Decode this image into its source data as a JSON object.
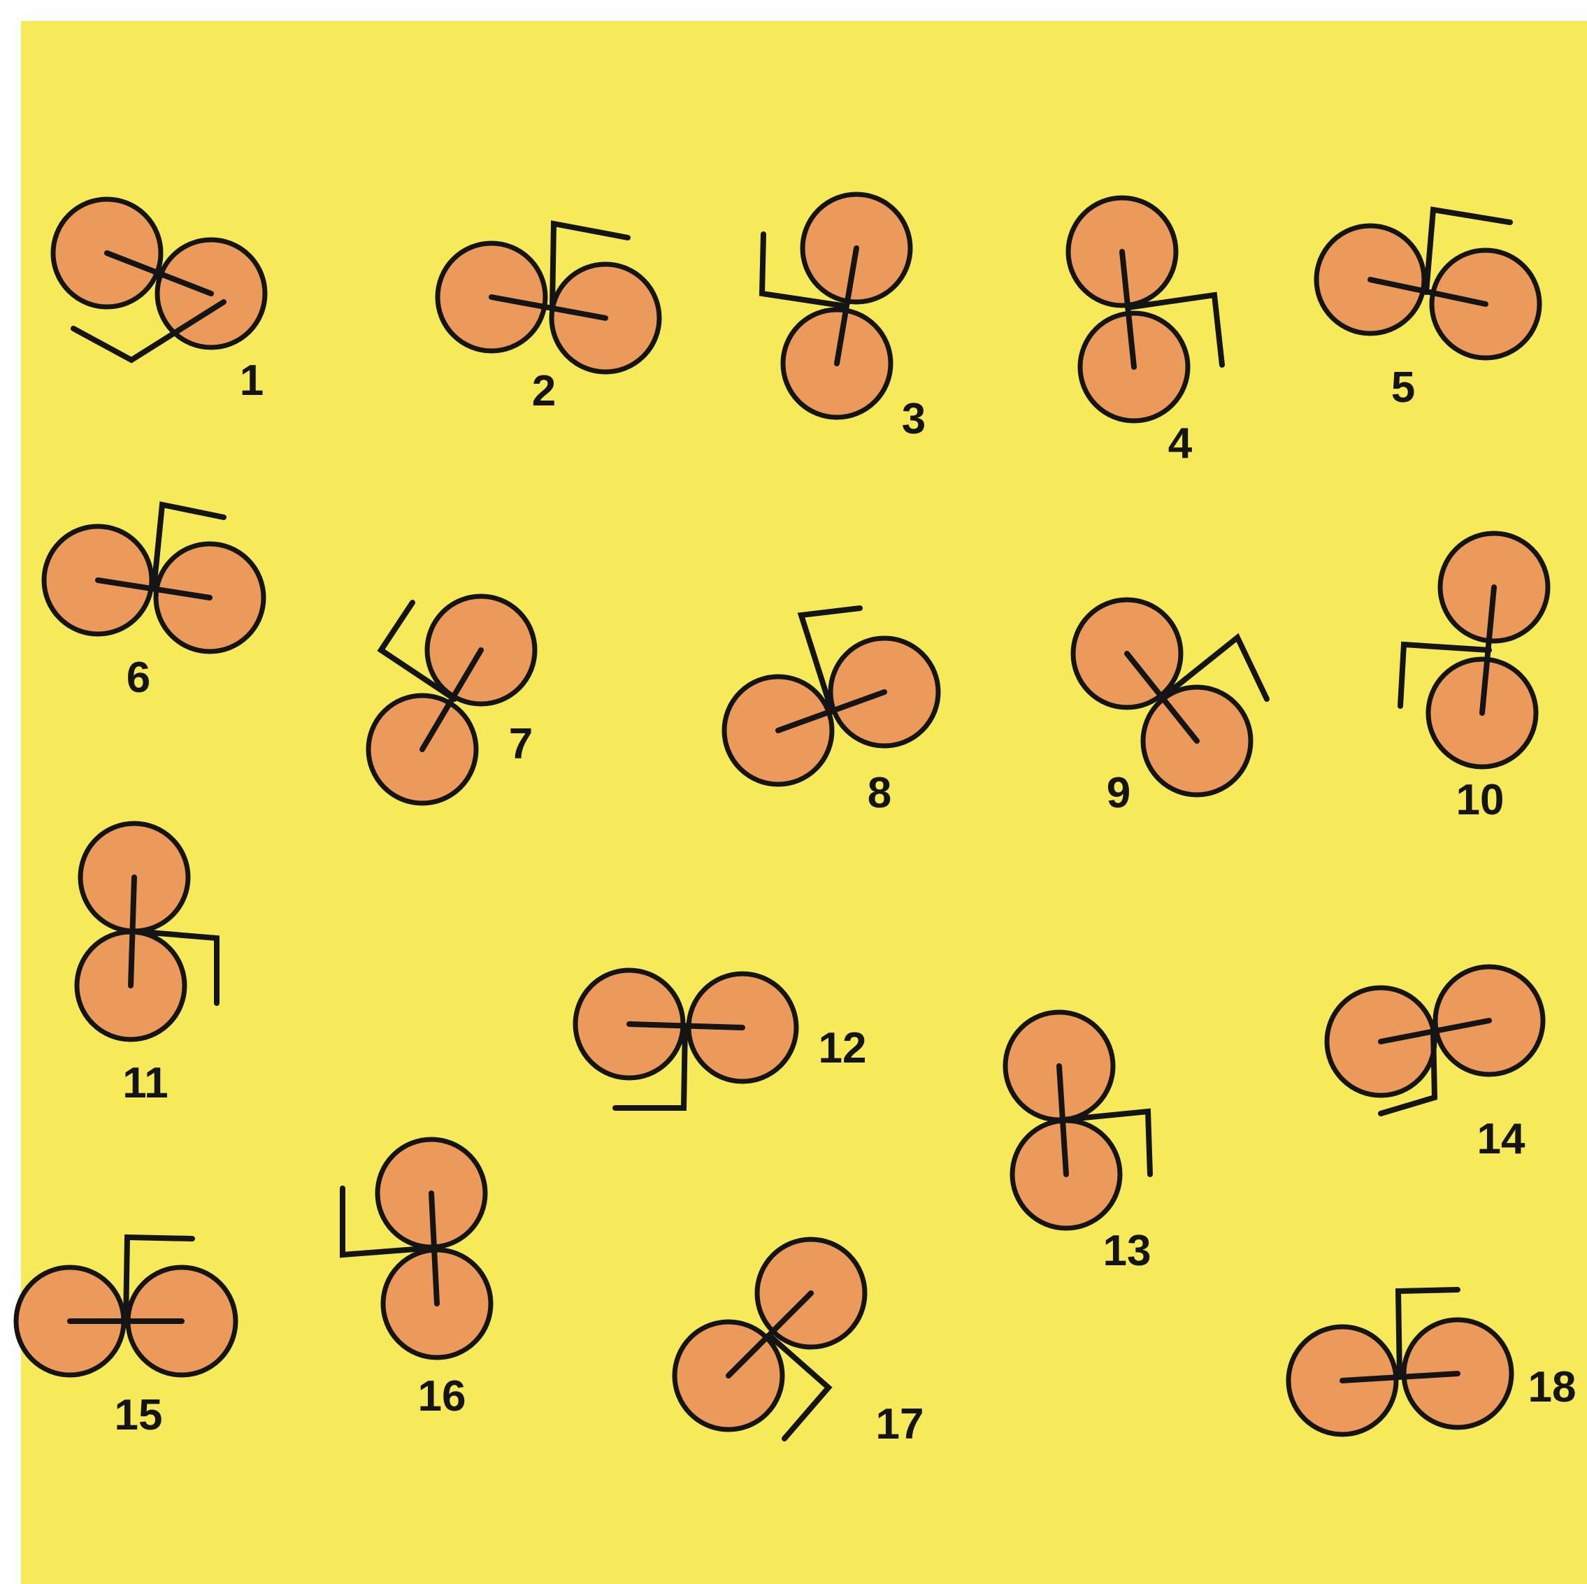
{
  "colors": {
    "background": "#f6ea5a",
    "circle_fill": "#ec9a5b",
    "stroke": "#141414",
    "outer_border": "#ffffff"
  },
  "figures": [
    {
      "label": "1"
    },
    {
      "label": "2"
    },
    {
      "label": "3"
    },
    {
      "label": "4"
    },
    {
      "label": "5"
    },
    {
      "label": "6"
    },
    {
      "label": "7"
    },
    {
      "label": "8"
    },
    {
      "label": "9"
    },
    {
      "label": "10"
    },
    {
      "label": "11"
    },
    {
      "label": "12"
    },
    {
      "label": "13"
    },
    {
      "label": "14"
    },
    {
      "label": "15"
    },
    {
      "label": "16"
    },
    {
      "label": "17"
    },
    {
      "label": "18"
    }
  ]
}
